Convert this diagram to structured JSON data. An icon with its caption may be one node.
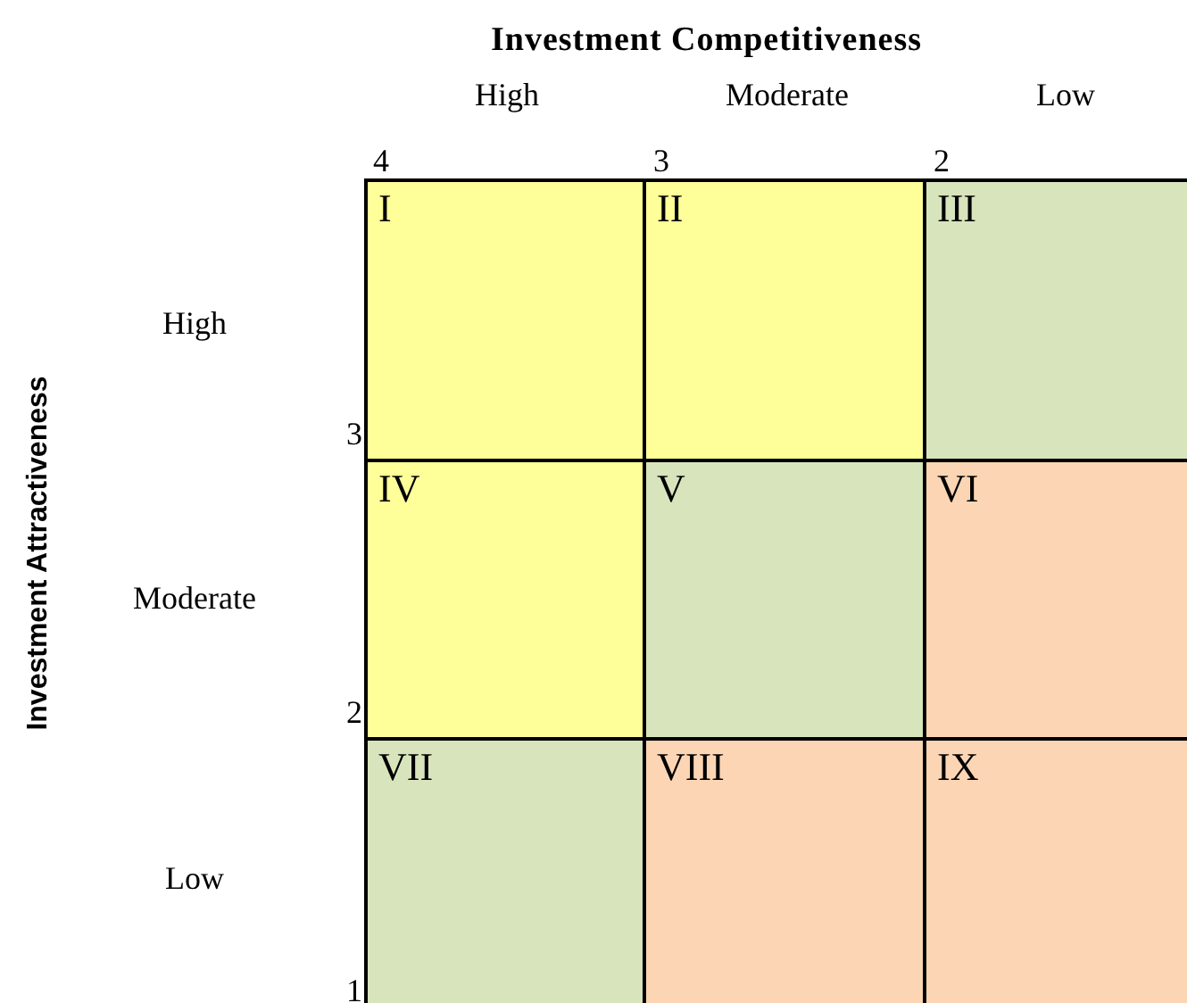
{
  "diagram": {
    "title": "Investment Competitiveness",
    "nodes": [
      {
        "text": [
          "I"
        ]
      },
      {
        "text": [
          "II"
        ]
      },
      {
        "text": [
          "III"
        ]
      },
      {
        "text": [
          "IV"
        ]
      },
      {
        "text": [
          "V"
        ]
      },
      {
        "text": [
          "VI"
        ]
      },
      {
        "text": [
          "VII"
        ]
      },
      {
        "text": [
          "VIII"
        ]
      },
      {
        "text": [
          "IX"
        ]
      }
    ],
    "labels": [
      "High",
      "Moderate",
      "Low",
      "4",
      "3",
      "2",
      "Investment Attractiveness",
      "High",
      "3",
      "Moderate",
      "2",
      "Low",
      "1"
    ]
  }
}
